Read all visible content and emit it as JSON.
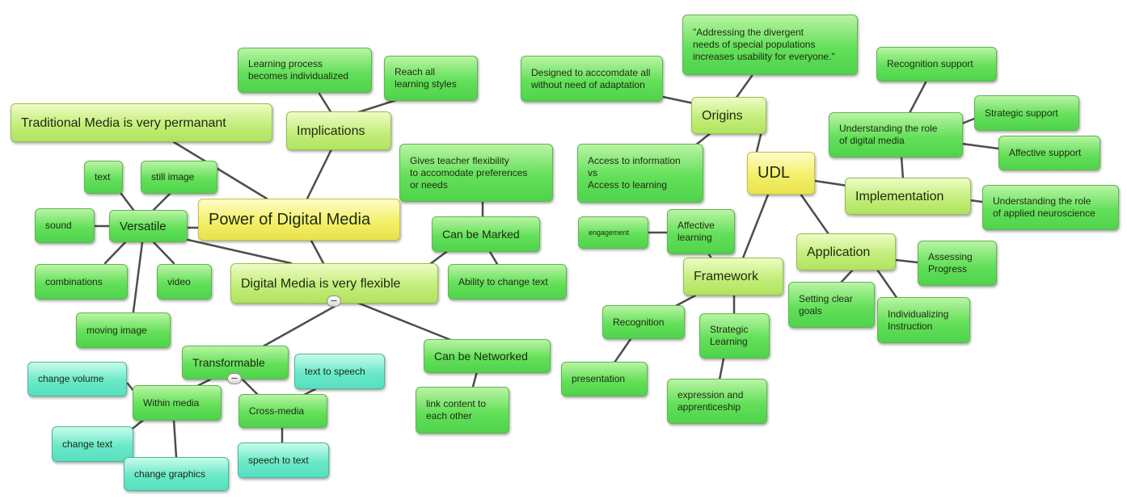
{
  "nodes": {
    "traditional": "Traditional Media is very permanant",
    "power": "Power of Digital Media",
    "implications": "Implications",
    "learning_process": "Learning process\nbecomes individualized",
    "reach_all": "Reach all\nlearning styles",
    "versatile": "Versatile",
    "text": "text",
    "still_image": "still image",
    "sound": "sound",
    "combinations": "combinations",
    "video": "video",
    "moving_image": "moving image",
    "flexible": "Digital Media is very flexible",
    "can_be_marked": "Can be Marked",
    "gives_teacher": "Gives teacher flexibility\nto accomodate preferences\nor needs",
    "ability_change": "Ability to change text",
    "transformable": "Transformable",
    "within_media": "Within media",
    "change_volume": "change volume",
    "change_text": "change text",
    "change_graphics": "change graphics",
    "cross_media": "Cross-media",
    "text_to_speech": "text to speech",
    "speech_to_text": "speech to text",
    "can_be_networked": "Can be Networked",
    "link_content": "link content to\neach other",
    "udl": "UDL",
    "origins": "Origins",
    "designed": "Designed to acccomdate all\nwithout need of adaptation",
    "addressing": "\"Addressing the divergent\nneeds of special populations\nincreases usability for everyone.\"",
    "access": "Access to information\nvs\nAccess to learning",
    "implementation": "Implementation",
    "understanding_digital": "Understanding the role\nof digital media",
    "recognition_support": "Recognition support",
    "strategic_support": "Strategic support",
    "affective_support": "Affective support",
    "understanding_neuro": "Understanding the role\nof applied neuroscience",
    "framework": "Framework",
    "affective_learning": "Affective\nlearning",
    "engagement": "engagement",
    "recognition": "Recognition",
    "presentation": "presentation",
    "strategic_learning": "Strategic\nLearning",
    "expression": "expression and\napprenticeship",
    "application": "Application",
    "assessing": "Assessing\nProgress",
    "setting_goals": "Setting clear\ngoals",
    "individualizing": "Individualizing\nInstruction"
  },
  "collapse_symbol": "−"
}
